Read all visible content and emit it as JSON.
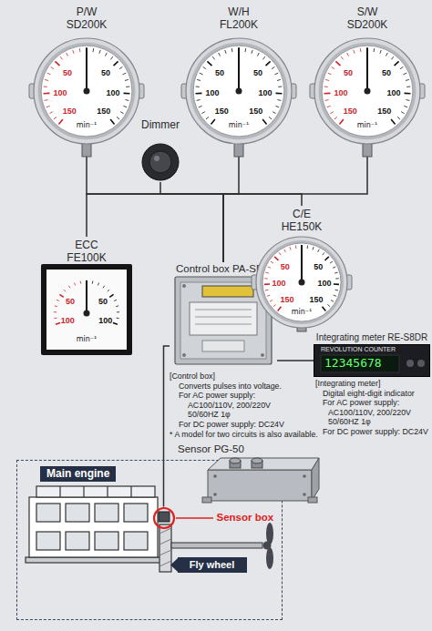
{
  "diagram": {
    "nodes": [
      {
        "text": [
          "P/W SD200K",
          "50",
          "100",
          "150",
          "50",
          "100",
          "150",
          "min⁻¹"
        ]
      },
      {
        "text": [
          "W/H FL200K",
          "50",
          "100",
          "150",
          "50",
          "100",
          "150",
          "min⁻¹"
        ]
      },
      {
        "text": [
          "S/W SD200K",
          "50",
          "100",
          "150",
          "50",
          "100",
          "150",
          "min⁻¹"
        ]
      },
      {
        "text": [
          "Dimmer"
        ]
      },
      {
        "text": [
          "ECC FE100K",
          "50",
          "100",
          "50",
          "100",
          "min⁻¹"
        ]
      },
      {
        "text": [
          "Control box PA-SPD"
        ]
      },
      {
        "text": [
          "C/E HE150K",
          "50",
          "100",
          "150",
          "50",
          "100",
          "150",
          "min⁻¹"
        ]
      },
      {
        "text": [
          "Integrating meter RE-S8DR",
          "REVOLUTION COUNTER",
          "12345678"
        ]
      },
      {
        "text": [
          "Sensor PG-50"
        ]
      },
      {
        "text": [
          "Main engine"
        ]
      },
      {
        "text": [
          "Sensor box"
        ],
        "in": 9
      },
      {
        "text": [
          "Fly wheel"
        ],
        "in": 9
      }
    ],
    "edges": [
      {
        "from": 5,
        "to": 0,
        "arrow": "none"
      },
      {
        "from": 5,
        "to": 1,
        "arrow": "none"
      },
      {
        "from": 5,
        "to": 2,
        "arrow": "none"
      },
      {
        "from": 5,
        "to": 3,
        "arrow": "none"
      },
      {
        "from": 5,
        "to": 4,
        "arrow": "none"
      },
      {
        "from": 5,
        "to": 6,
        "arrow": "none"
      },
      {
        "from": 5,
        "to": 7,
        "arrow": "none"
      },
      {
        "from": 10,
        "to": 5,
        "arrow": "none"
      }
    ],
    "labels": [
      "[Control box]",
      "Converts pulses into voltage.",
      "For AC power supply:",
      "AC100/110V, 200/220V",
      "50/60HZ 1φ",
      "For DC power supply: DC24V",
      "* A model for two circuits is also available.",
      "[Integrating meter]",
      "Digital eight-digit indicator",
      "For AC power supply:",
      "AC100/110V, 200/220V",
      "50/60HZ 1φ",
      "For DC power supply: DC24V"
    ]
  }
}
